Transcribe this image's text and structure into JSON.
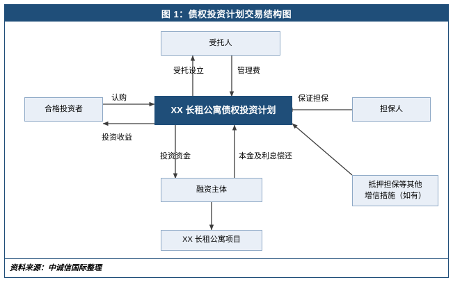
{
  "figure": {
    "title": "图 1：债权投资计划交易结构图",
    "source": "资料来源：中诚信国际整理"
  },
  "nodes": {
    "trustee": "受托人",
    "investor": "合格投资者",
    "center": "XX 长租公寓债权投资计划",
    "guarantor": "担保人",
    "other_credit": "抵押担保等其他\n增信措施（如有）",
    "financier": "融资主体",
    "project": "XX 长租公寓项目"
  },
  "node_lines": {
    "other_credit_line1": "抵押担保等其他",
    "other_credit_line2": "增信措施（如有）"
  },
  "edge_labels": {
    "entrust_setup": "受托设立",
    "management_fee": "管理费",
    "subscribe": "认购",
    "investment_return": "投资收益",
    "guarantee": "保证担保",
    "investment_funds": "投资资金",
    "principal_interest": "本金及利息偿还"
  },
  "colors": {
    "brand": "#1f4e79",
    "node_fill": "#e9eff7",
    "node_border": "#8ea9c6",
    "arrow": "#3d3d3d"
  }
}
